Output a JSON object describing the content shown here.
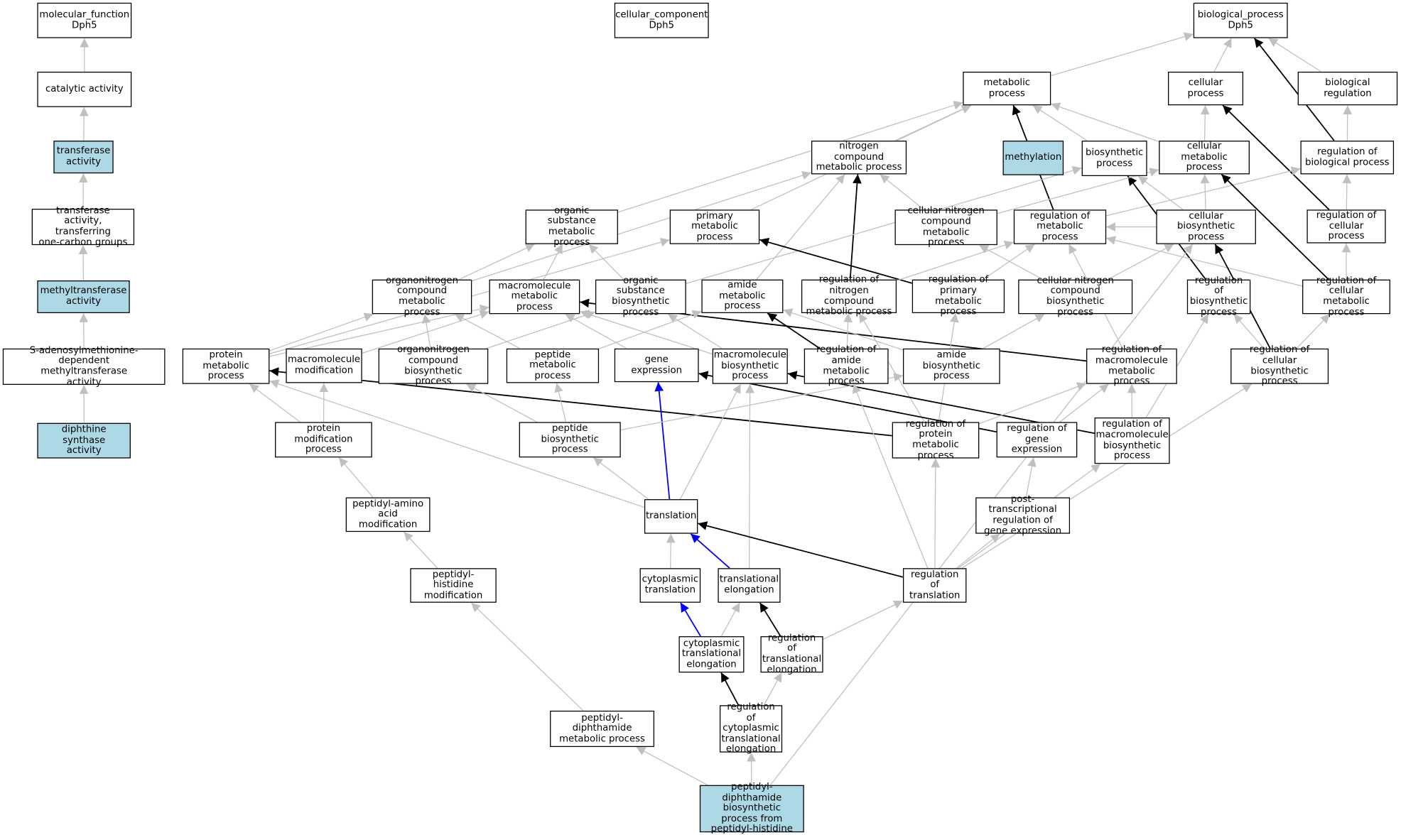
{
  "colors": {
    "highlight_fill": "#add8e6",
    "default_fill": "#ffffff",
    "edge_gray": "#c0c0c0",
    "edge_black": "#000000",
    "edge_blue": "#0000ff"
  },
  "nodes": [
    {
      "id": "mf",
      "label": "molecular_function\nDph5",
      "hl": false
    },
    {
      "id": "cc",
      "label": "cellular_component\nDph5",
      "hl": false
    },
    {
      "id": "bp",
      "label": "biological_process\nDph5",
      "hl": false
    },
    {
      "id": "cat",
      "label": "catalytic activity",
      "hl": false
    },
    {
      "id": "tra",
      "label": "transferase\nactivity",
      "hl": true
    },
    {
      "id": "trc",
      "label": "transferase\nactivity, transferring\none-carbon groups",
      "hl": false
    },
    {
      "id": "mta",
      "label": "methyltransferase\nactivity",
      "hl": true
    },
    {
      "id": "sam",
      "label": "S-adenosylmethionine-dependent\nmethyltransferase\nactivity",
      "hl": false
    },
    {
      "id": "dsa",
      "label": "diphthine synthase\nactivity",
      "hl": true
    },
    {
      "id": "meta",
      "label": "metabolic process",
      "hl": false
    },
    {
      "id": "cellp",
      "label": "cellular process",
      "hl": false
    },
    {
      "id": "bioreg",
      "label": "biological regulation",
      "hl": false
    },
    {
      "id": "ncmp",
      "label": "nitrogen compound\nmetabolic process",
      "hl": false
    },
    {
      "id": "methyl",
      "label": "methylation",
      "hl": true
    },
    {
      "id": "biosyn",
      "label": "biosynthetic\nprocess",
      "hl": false
    },
    {
      "id": "cmp",
      "label": "cellular metabolic\nprocess",
      "hl": false
    },
    {
      "id": "rbp",
      "label": "regulation of\nbiological process",
      "hl": false
    },
    {
      "id": "osmp",
      "label": "organic substance\nmetabolic process",
      "hl": false
    },
    {
      "id": "pmp",
      "label": "primary metabolic\nprocess",
      "hl": false
    },
    {
      "id": "cncmp",
      "label": "cellular nitrogen\ncompound metabolic\nprocess",
      "hl": false
    },
    {
      "id": "rmp",
      "label": "regulation of\nmetabolic process",
      "hl": false
    },
    {
      "id": "cbp",
      "label": "cellular biosynthetic\nprocess",
      "hl": false
    },
    {
      "id": "rcp",
      "label": "regulation of\ncellular process",
      "hl": false
    },
    {
      "id": "oncmp",
      "label": "organonitrogen\ncompound metabolic\nprocess",
      "hl": false
    },
    {
      "id": "mmp",
      "label": "macromolecule\nmetabolic process",
      "hl": false
    },
    {
      "id": "osbp",
      "label": "organic substance\nbiosynthetic\nprocess",
      "hl": false
    },
    {
      "id": "amp",
      "label": "amide metabolic\nprocess",
      "hl": false
    },
    {
      "id": "rncmp",
      "label": "regulation of\nnitrogen compound\nmetabolic process",
      "hl": false
    },
    {
      "id": "rpmp",
      "label": "regulation of\nprimary metabolic\nprocess",
      "hl": false
    },
    {
      "id": "cncbp",
      "label": "cellular nitrogen\ncompound biosynthetic\nprocess",
      "hl": false
    },
    {
      "id": "rbsp",
      "label": "regulation of\nbiosynthetic\nprocess",
      "hl": false
    },
    {
      "id": "rcmp",
      "label": "regulation of\ncellular metabolic\nprocess",
      "hl": false
    },
    {
      "id": "protmp",
      "label": "protein metabolic\nprocess",
      "hl": false
    },
    {
      "id": "mmod",
      "label": "macromolecule\nmodification",
      "hl": false
    },
    {
      "id": "oncbp",
      "label": "organonitrogen\ncompound biosynthetic\nprocess",
      "hl": false
    },
    {
      "id": "pepmp",
      "label": "peptide metabolic\nprocess",
      "hl": false
    },
    {
      "id": "gexp",
      "label": "gene expression",
      "hl": false
    },
    {
      "id": "mmbp",
      "label": "macromolecule\nbiosynthetic\nprocess",
      "hl": false
    },
    {
      "id": "ramp",
      "label": "regulation of\namide metabolic\nprocess",
      "hl": false
    },
    {
      "id": "abp",
      "label": "amide biosynthetic\nprocess",
      "hl": false
    },
    {
      "id": "rmmp",
      "label": "regulation of\nmacromolecule\nmetabolic process",
      "hl": false
    },
    {
      "id": "rcbp",
      "label": "regulation of\ncellular biosynthetic\nprocess",
      "hl": false
    },
    {
      "id": "pmodp",
      "label": "protein modification\nprocess",
      "hl": false
    },
    {
      "id": "pepbp",
      "label": "peptide biosynthetic\nprocess",
      "hl": false
    },
    {
      "id": "rprmp",
      "label": "regulation of\nprotein metabolic\nprocess",
      "hl": false
    },
    {
      "id": "rge",
      "label": "regulation of\ngene expression",
      "hl": false
    },
    {
      "id": "rmmbp",
      "label": "regulation of\nmacromolecule\nbiosynthetic\nprocess",
      "hl": false
    },
    {
      "id": "pam",
      "label": "peptidyl-amino\nacid modification",
      "hl": false
    },
    {
      "id": "trans",
      "label": "translation",
      "hl": false
    },
    {
      "id": "ptrge",
      "label": "post-transcriptional\nregulation of\ngene expression",
      "hl": false
    },
    {
      "id": "phm",
      "label": "peptidyl-histidine\nmodification",
      "hl": false
    },
    {
      "id": "ctr",
      "label": "cytoplasmic\ntranslation",
      "hl": false
    },
    {
      "id": "tel",
      "label": "translational\nelongation",
      "hl": false
    },
    {
      "id": "rtr",
      "label": "regulation of\ntranslation",
      "hl": false
    },
    {
      "id": "ctel",
      "label": "cytoplasmic\ntranslational\nelongation",
      "hl": false
    },
    {
      "id": "rtel",
      "label": "regulation of\ntranslational\nelongation",
      "hl": false
    },
    {
      "id": "pdmp",
      "label": "peptidyl-diphthamide\nmetabolic process",
      "hl": false
    },
    {
      "id": "rctel",
      "label": "regulation of\ncytoplasmic\ntranslational\nelongation",
      "hl": false
    },
    {
      "id": "pdbp",
      "label": "peptidyl-diphthamide\nbiosynthetic\nprocess from\npeptidyl-histidine",
      "hl": true
    }
  ],
  "edges": [
    [
      "cat",
      "mf",
      "gray"
    ],
    [
      "tra",
      "cat",
      "gray"
    ],
    [
      "trc",
      "tra",
      "gray"
    ],
    [
      "mta",
      "trc",
      "gray"
    ],
    [
      "sam",
      "mta",
      "gray"
    ],
    [
      "dsa",
      "sam",
      "gray"
    ],
    [
      "meta",
      "bp",
      "gray"
    ],
    [
      "cellp",
      "bp",
      "gray"
    ],
    [
      "bioreg",
      "bp",
      "gray"
    ],
    [
      "rbp",
      "bp",
      "black"
    ],
    [
      "ncmp",
      "meta",
      "gray"
    ],
    [
      "methyl",
      "meta",
      "gray"
    ],
    [
      "biosyn",
      "meta",
      "gray"
    ],
    [
      "cmp",
      "meta",
      "gray"
    ],
    [
      "osmp",
      "meta",
      "gray"
    ],
    [
      "pmp",
      "meta",
      "gray"
    ],
    [
      "rmp",
      "meta",
      "black"
    ],
    [
      "cmp",
      "cellp",
      "gray"
    ],
    [
      "rcp",
      "cellp",
      "black"
    ],
    [
      "rbp",
      "bioreg",
      "gray"
    ],
    [
      "rcp",
      "rbp",
      "gray"
    ],
    [
      "rmp",
      "rbp",
      "gray"
    ],
    [
      "cncmp",
      "ncmp",
      "gray"
    ],
    [
      "oncmp",
      "ncmp",
      "gray"
    ],
    [
      "amp",
      "ncmp",
      "gray"
    ],
    [
      "rncmp",
      "ncmp",
      "black"
    ],
    [
      "cbp",
      "biosyn",
      "gray"
    ],
    [
      "osbp",
      "biosyn",
      "gray"
    ],
    [
      "rbsp",
      "biosyn",
      "black"
    ],
    [
      "cncmp",
      "cmp",
      "gray"
    ],
    [
      "cbp",
      "cmp",
      "gray"
    ],
    [
      "rcmp",
      "cmp",
      "black"
    ],
    [
      "cbp",
      "rmp",
      "gray"
    ],
    [
      "oncmp",
      "osmp",
      "gray"
    ],
    [
      "mmp",
      "osmp",
      "gray"
    ],
    [
      "osbp",
      "osmp",
      "gray"
    ],
    [
      "protmp",
      "pmp",
      "gray"
    ],
    [
      "rpmp",
      "pmp",
      "black"
    ],
    [
      "cncbp",
      "cncmp",
      "gray"
    ],
    [
      "rncmp",
      "rmp",
      "gray"
    ],
    [
      "rpmp",
      "rmp",
      "gray"
    ],
    [
      "rcmp",
      "rmp",
      "gray"
    ],
    [
      "rmmp",
      "rmp",
      "gray"
    ],
    [
      "cncbp",
      "cbp",
      "gray"
    ],
    [
      "rcbp",
      "cbp",
      "black"
    ],
    [
      "rcmp",
      "rcp",
      "gray"
    ],
    [
      "pdbp",
      "cbp",
      "gray"
    ],
    [
      "protmp",
      "oncmp",
      "gray"
    ],
    [
      "oncbp",
      "oncmp",
      "gray"
    ],
    [
      "pepmp",
      "oncmp",
      "gray"
    ],
    [
      "protmp",
      "mmp",
      "gray"
    ],
    [
      "mmod",
      "mmp",
      "gray"
    ],
    [
      "gexp",
      "mmp",
      "gray"
    ],
    [
      "mmbp",
      "mmp",
      "gray"
    ],
    [
      "rmmp",
      "mmp",
      "black"
    ],
    [
      "oncbp",
      "osbp",
      "gray"
    ],
    [
      "mmbp",
      "osbp",
      "gray"
    ],
    [
      "pepmp",
      "amp",
      "gray"
    ],
    [
      "abp",
      "amp",
      "gray"
    ],
    [
      "ramp",
      "amp",
      "black"
    ],
    [
      "ramp",
      "rncmp",
      "gray"
    ],
    [
      "rprmp",
      "rncmp",
      "gray"
    ],
    [
      "rprmp",
      "rpmp",
      "gray"
    ],
    [
      "abp",
      "cncbp",
      "gray"
    ],
    [
      "rmmbp",
      "rbsp",
      "gray"
    ],
    [
      "rcbp",
      "rbsp",
      "gray"
    ],
    [
      "rcbp",
      "rcmp",
      "gray"
    ],
    [
      "pmodp",
      "protmp",
      "gray"
    ],
    [
      "trans",
      "protmp",
      "gray"
    ],
    [
      "rprmp",
      "protmp",
      "black"
    ],
    [
      "pmodp",
      "mmod",
      "gray"
    ],
    [
      "pepbp",
      "oncbp",
      "gray"
    ],
    [
      "pepbp",
      "pepmp",
      "gray"
    ],
    [
      "rge",
      "gexp",
      "black"
    ],
    [
      "trans",
      "gexp",
      "blue"
    ],
    [
      "trans",
      "mmbp",
      "gray"
    ],
    [
      "tel",
      "mmbp",
      "gray"
    ],
    [
      "rmmbp",
      "mmbp",
      "black"
    ],
    [
      "rtr",
      "ramp",
      "gray"
    ],
    [
      "pepbp",
      "abp",
      "gray"
    ],
    [
      "rprmp",
      "rmmp",
      "gray"
    ],
    [
      "rge",
      "rmmp",
      "gray"
    ],
    [
      "rmmbp",
      "rmmp",
      "gray"
    ],
    [
      "rtr",
      "rcbp",
      "gray"
    ],
    [
      "pam",
      "pmodp",
      "gray"
    ],
    [
      "trans",
      "pepbp",
      "gray"
    ],
    [
      "rtr",
      "rprmp",
      "gray"
    ],
    [
      "ptrge",
      "rge",
      "gray"
    ],
    [
      "rtr",
      "rmmbp",
      "gray"
    ],
    [
      "phm",
      "pam",
      "gray"
    ],
    [
      "ctr",
      "trans",
      "gray"
    ],
    [
      "tel",
      "trans",
      "blue"
    ],
    [
      "rtr",
      "trans",
      "black"
    ],
    [
      "rtr",
      "ptrge",
      "gray"
    ],
    [
      "pdmp",
      "phm",
      "gray"
    ],
    [
      "ctel",
      "ctr",
      "blue"
    ],
    [
      "ctel",
      "tel",
      "gray"
    ],
    [
      "rtel",
      "tel",
      "black"
    ],
    [
      "rtel",
      "rtr",
      "gray"
    ],
    [
      "rctel",
      "ctel",
      "black"
    ],
    [
      "rctel",
      "rtel",
      "gray"
    ],
    [
      "pdbp",
      "pdmp",
      "gray"
    ],
    [
      "pdbp",
      "rctel",
      "gray"
    ]
  ]
}
